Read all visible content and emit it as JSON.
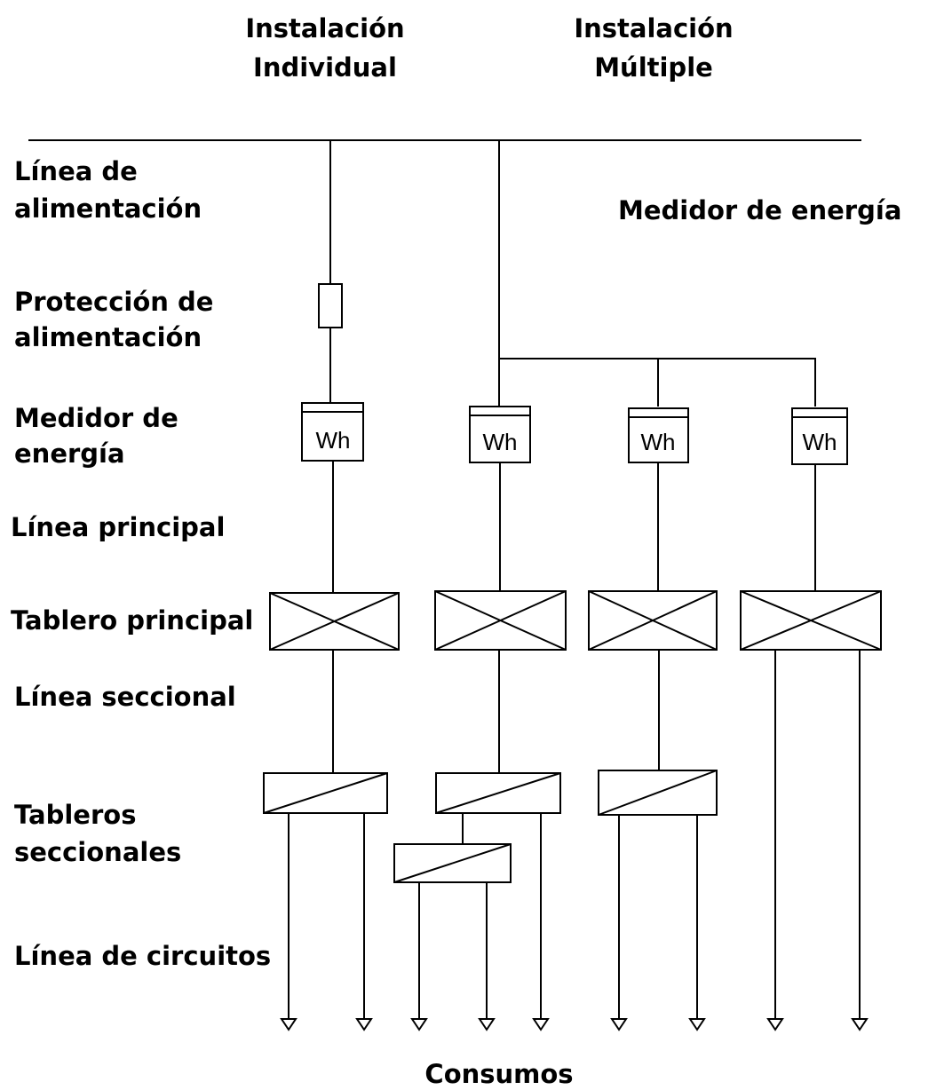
{
  "headers": {
    "individual": [
      "Instalación",
      "Individual"
    ],
    "multiple": [
      "Instalación",
      "Múltiple"
    ]
  },
  "labels": {
    "linea_alimentacion": [
      "Línea de",
      "alimentación"
    ],
    "proteccion": [
      "Protección de",
      "alimentación"
    ],
    "medidor": [
      "Medidor de",
      "energía"
    ],
    "linea_principal": "Línea principal",
    "tablero_principal": "Tablero principal",
    "linea_seccional": "Línea seccional",
    "tableros_seccionales": [
      "Tableros",
      "seccionales"
    ],
    "linea_circuitos": "Línea de circuitos",
    "medidor_multiple": "Medidor de energía",
    "consumos": "Consumos"
  },
  "meter_symbol": "Wh"
}
